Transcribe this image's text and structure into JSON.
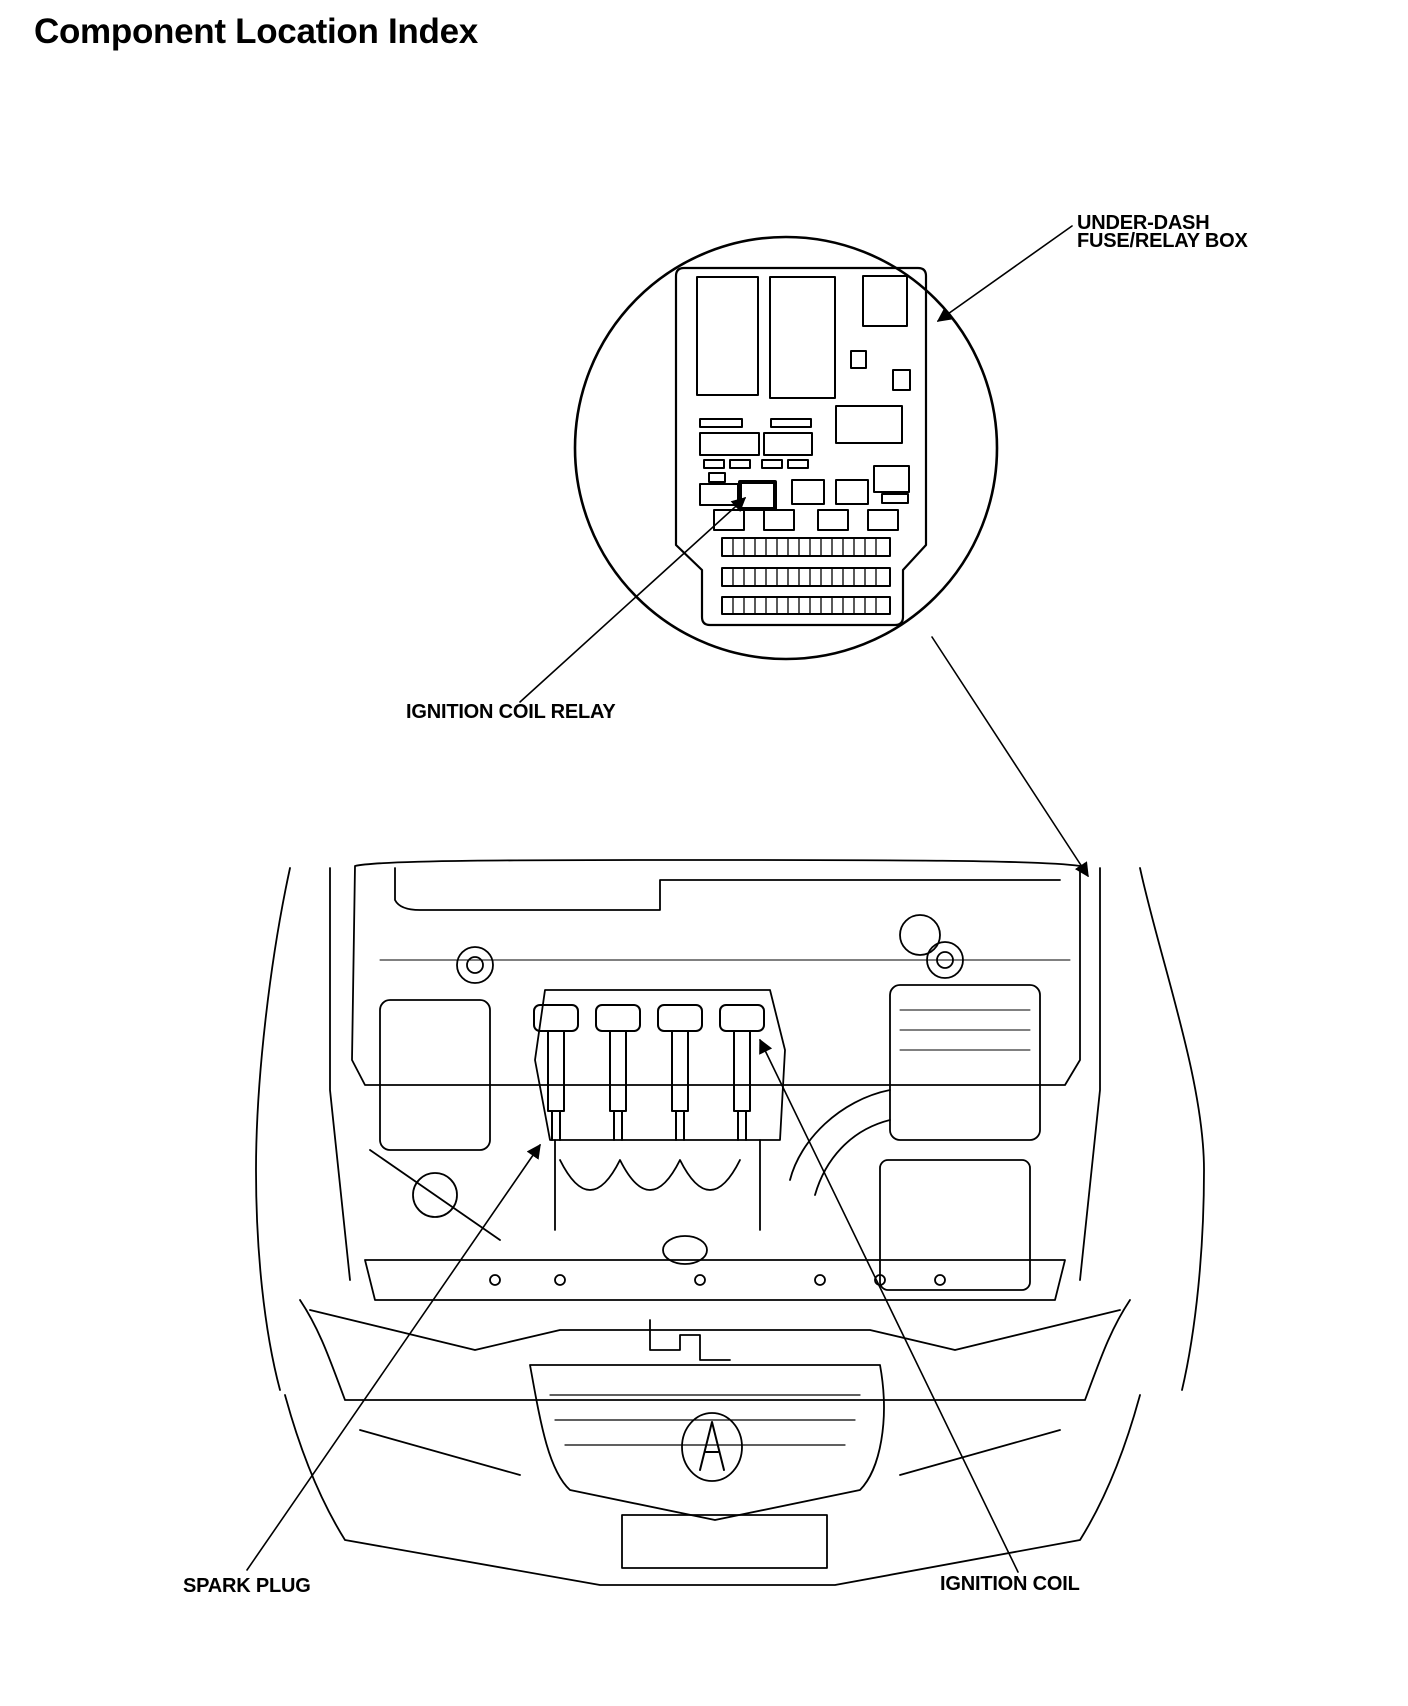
{
  "page": {
    "title": "Component Location Index"
  },
  "callouts": {
    "fuse_relay_box_line1": "UNDER-DASH",
    "fuse_relay_box_line2": "FUSE/RELAY BOX",
    "ignition_coil_relay": "IGNITION COIL RELAY",
    "spark_plug": "SPARK PLUG",
    "ignition_coil": "IGNITION COIL"
  }
}
